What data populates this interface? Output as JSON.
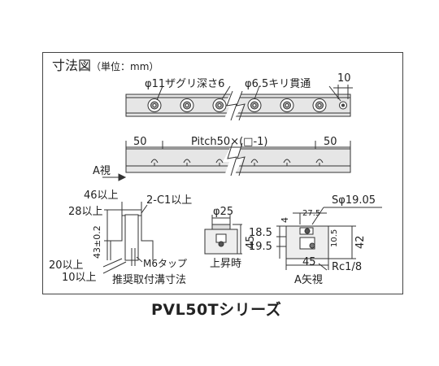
{
  "header": {
    "title": "寸法図",
    "unit_note": "（単位：mm）"
  },
  "top_view": {
    "counterbore_label": "φ11ザグリ深さ6",
    "through_hole_label": "φ6.5キリ貫通",
    "end_dim": "10"
  },
  "side_view": {
    "left_dim": "50",
    "pitch_label": "Pitch50×(□-1)",
    "right_dim": "50",
    "view_label": "A視"
  },
  "groove_detail": {
    "dim_46": "46以上",
    "dim_2c1": "2-C1以上",
    "dim_28": "28以上",
    "dim_43": "43±0.2",
    "dim_20": "20以上",
    "dim_10": "10以上",
    "tap_label": "M6タップ",
    "caption": "推奨取付溝寸法"
  },
  "lift_detail": {
    "dia_label": "φ25",
    "height": "45",
    "caption": "上昇時"
  },
  "a_view": {
    "sphere_label": "Sφ19.05",
    "dim_4": "4",
    "dim_27_5": "27.5",
    "dim_18_5": "18.5",
    "dim_19_5": "19.5",
    "dim_10_5": "10.5",
    "dim_42": "42",
    "dim_45": "45",
    "rc_label": "Rc1/8",
    "caption": "A矢視"
  },
  "footer": {
    "series_name": "PVL50Tシリーズ"
  }
}
